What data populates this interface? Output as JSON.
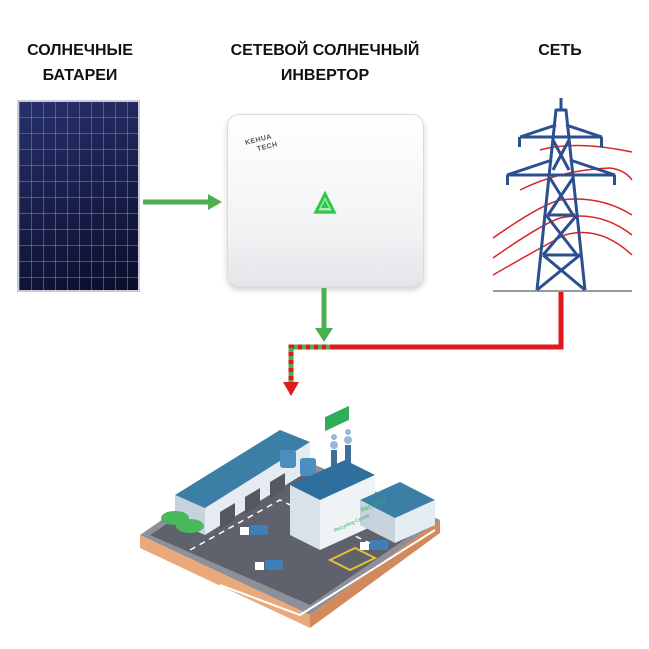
{
  "labels": {
    "panels_line1": "СОЛНЕЧНЫЕ",
    "panels_line2": "БАТАРЕИ",
    "inverter_line1": "СЕТЕВОЙ СОЛНЕЧНЫЙ",
    "inverter_line2": "ИНВЕРТОР",
    "grid": "СЕТЬ"
  },
  "inverter": {
    "brand_line1": "KEHUA",
    "brand_line2": "TECH"
  },
  "factory": {
    "sign_main": "Recycling Centre",
    "sign_side": "Recycling"
  },
  "colors": {
    "solar_flow": "#4caf50",
    "grid_flow": "#e0191c",
    "tower": "#2c4f8f",
    "wires": "#d8252a",
    "led": "#39d353"
  }
}
